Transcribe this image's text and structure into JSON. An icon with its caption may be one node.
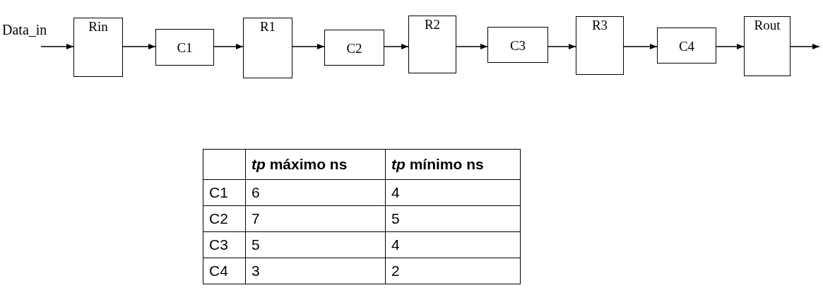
{
  "diagram": {
    "nodes": [
      {
        "text": [
          "Rin"
        ]
      },
      {
        "text": [
          "C1"
        ]
      },
      {
        "text": [
          "R1"
        ]
      },
      {
        "text": [
          "C2"
        ]
      },
      {
        "text": [
          "R2"
        ]
      },
      {
        "text": [
          "C3"
        ]
      },
      {
        "text": [
          "R3"
        ]
      },
      {
        "text": [
          "C4"
        ]
      },
      {
        "text": [
          "Rout"
        ]
      }
    ],
    "edges": [
      {
        "from": null,
        "to": 0,
        "arrow": "to",
        "label": "Data_in"
      },
      {
        "from": 0,
        "to": 1,
        "arrow": "to"
      },
      {
        "from": 1,
        "to": 2,
        "arrow": "to"
      },
      {
        "from": 2,
        "to": 3,
        "arrow": "to"
      },
      {
        "from": 3,
        "to": 4,
        "arrow": "to"
      },
      {
        "from": 4,
        "to": 5,
        "arrow": "to"
      },
      {
        "from": 5,
        "to": 6,
        "arrow": "to"
      },
      {
        "from": 6,
        "to": 7,
        "arrow": "to"
      },
      {
        "from": 7,
        "to": 8,
        "arrow": "to"
      },
      {
        "from": 8,
        "to": null,
        "arrow": "to"
      }
    ],
    "labels": [
      "*tp* máximo ns",
      "*tp* mínimo ns",
      "C1",
      "6",
      "4",
      "C2",
      "7",
      "5",
      "C3",
      "5",
      "4",
      "C4",
      "3",
      "2"
    ]
  }
}
